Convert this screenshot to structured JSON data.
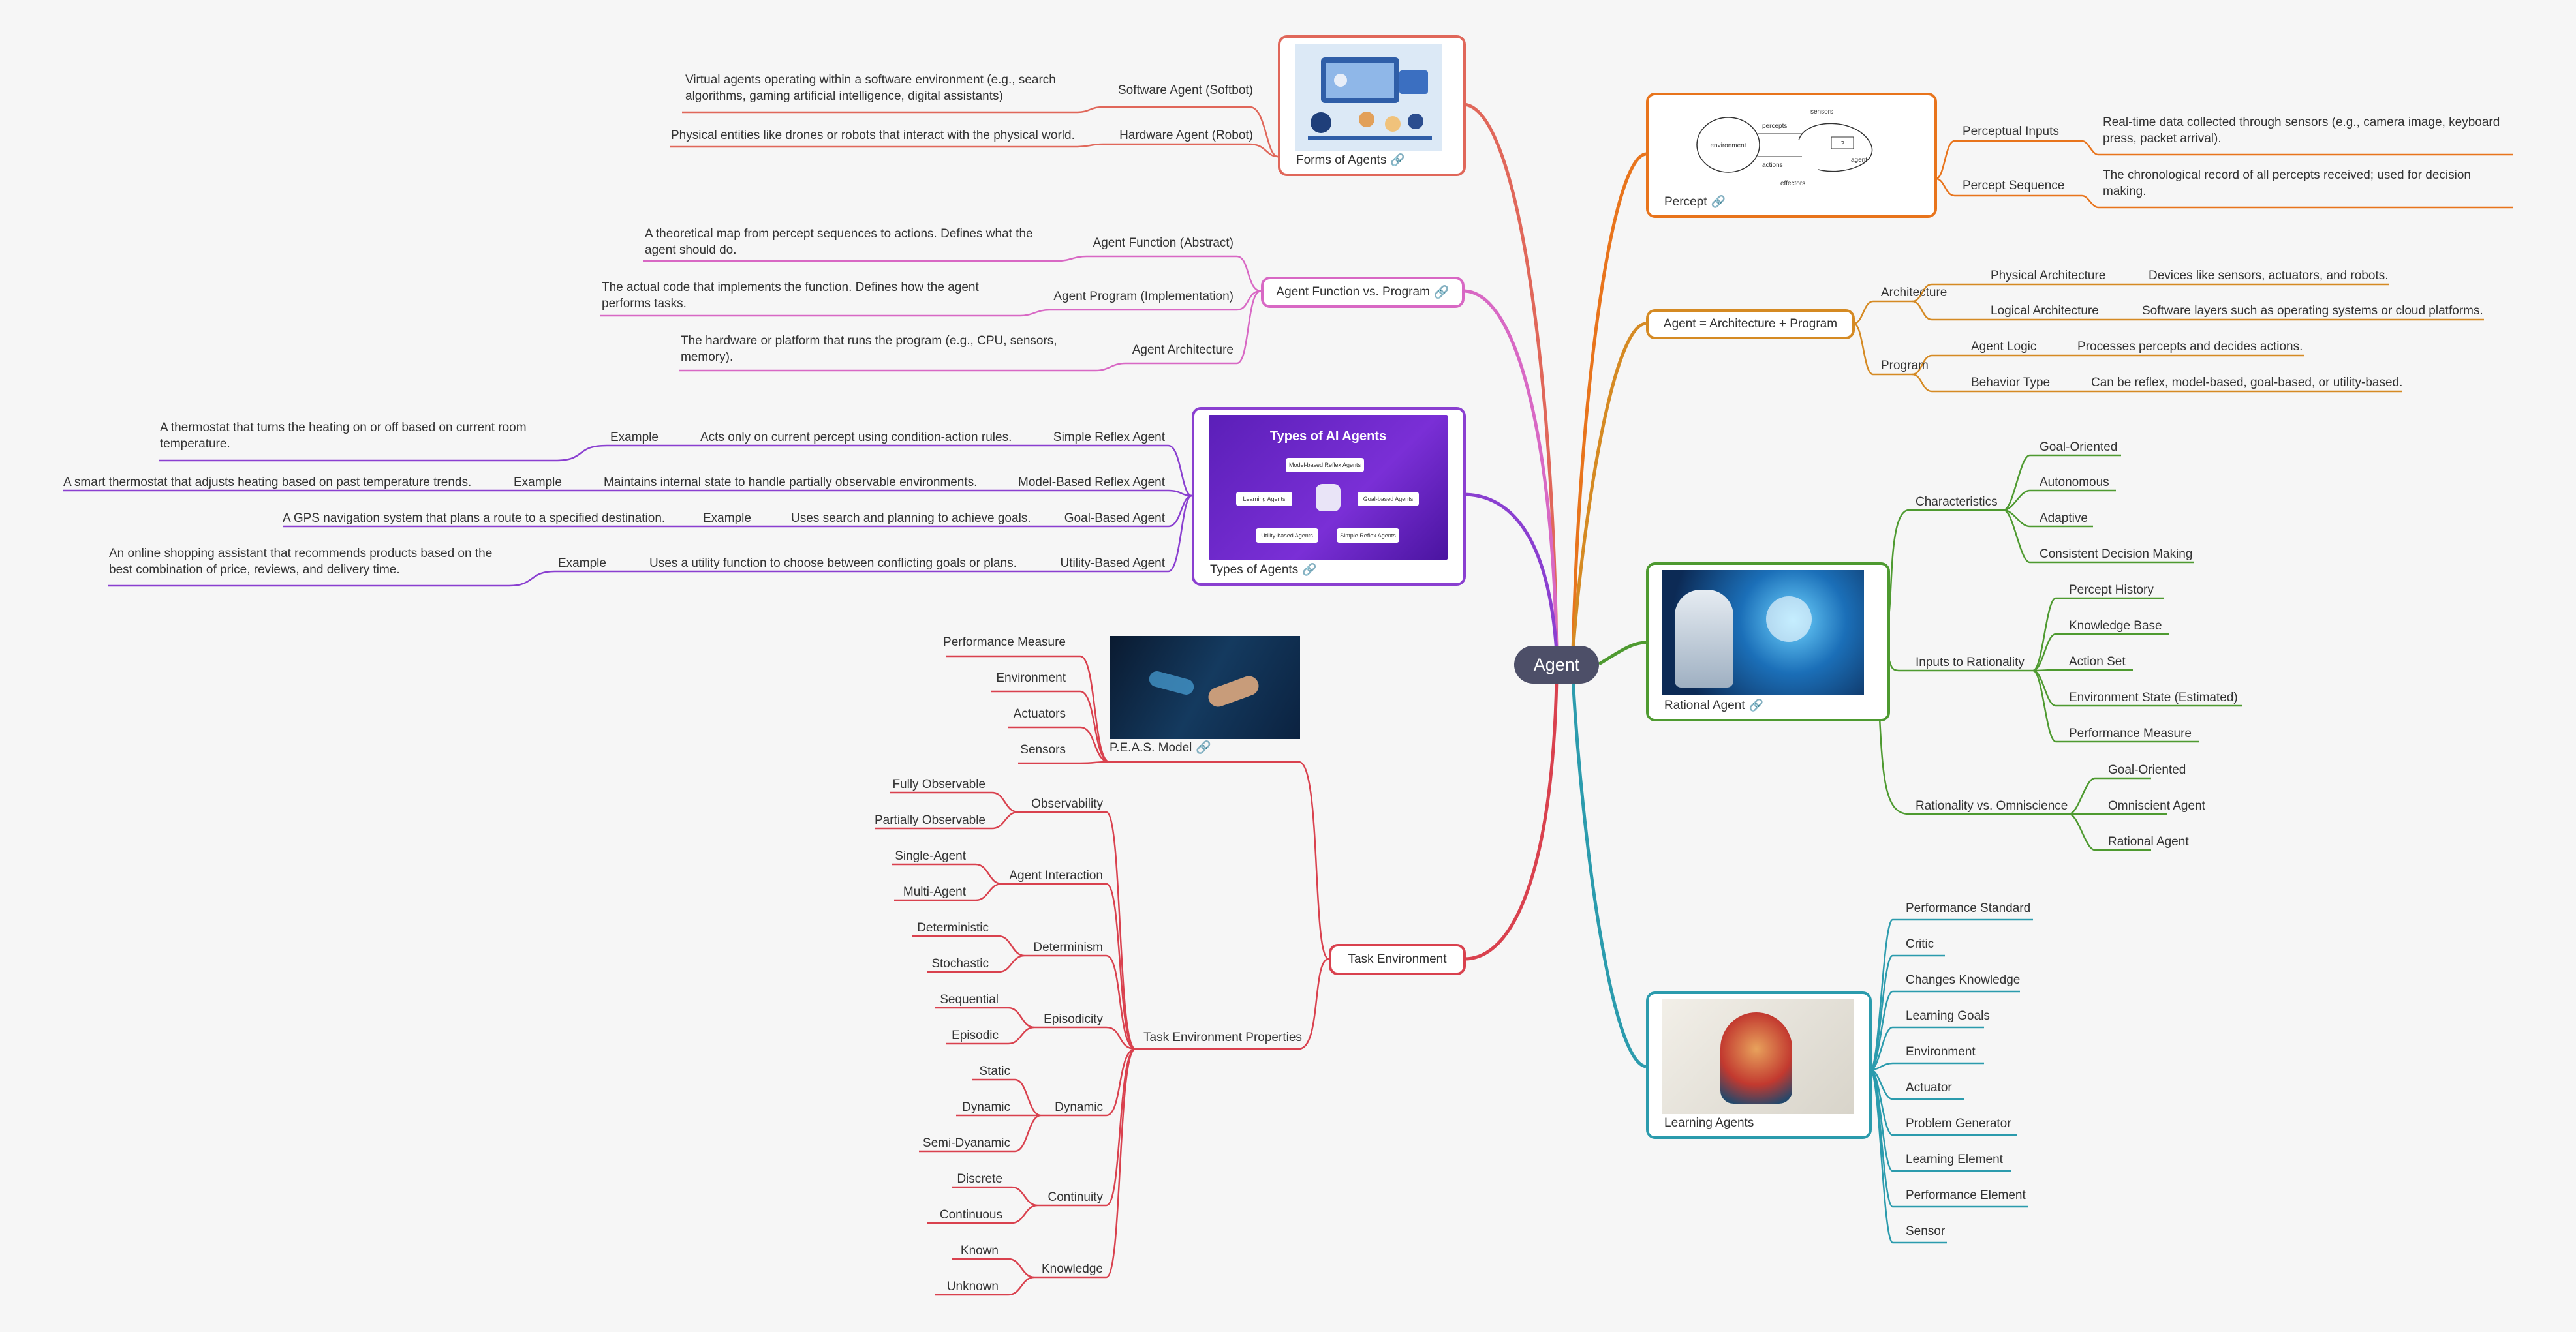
{
  "root": "Agent",
  "branches": {
    "forms": {
      "caption": "Forms of Agents",
      "software": "Software Agent (Softbot)",
      "software_desc": "Virtual agents operating within a software environment (e.g., search algorithms, gaming artificial intelligence, digital assistants)",
      "hardware": "Hardware Agent (Robot)",
      "hardware_desc": "Physical entities like drones or robots that interact with the physical world."
    },
    "function": {
      "label": "Agent Function vs. Program",
      "items": [
        {
          "label": "Agent Function (Abstract)",
          "desc": "A theoretical map from percept sequences to actions. Defines what the agent should do."
        },
        {
          "label": "Agent Program (Implementation)",
          "desc": "The actual code that implements the function. Defines how the agent performs tasks."
        },
        {
          "label": "Agent Architecture",
          "desc": "The hardware or platform that runs the program (e.g., CPU, sensors, memory)."
        }
      ]
    },
    "types": {
      "caption": "Types of Agents",
      "image_title": "Types of AI Agents",
      "image_labels": [
        "Model-based Reflex Agents",
        "Learning Agents",
        "Goal-based Agents",
        "Utility-based Agents",
        "Simple Reflex Agents"
      ],
      "example_label": "Example",
      "items": [
        {
          "label": "Simple Reflex Agent",
          "desc": "Acts only on current percept using condition-action rules.",
          "example": "A thermostat that turns the heating on or off based on current room temperature."
        },
        {
          "label": "Model-Based Reflex Agent",
          "desc": "Maintains internal state to handle partially observable environments.",
          "example": "A smart thermostat that adjusts heating based on past temperature trends."
        },
        {
          "label": "Goal-Based Agent",
          "desc": "Uses search and planning to achieve goals.",
          "example": "A GPS navigation system that plans a route to a specified destination."
        },
        {
          "label": "Utility-Based Agent",
          "desc": "Uses a utility function to choose between conflicting goals or plans.",
          "example": "An online shopping assistant that recommends products based on the best combination of price, reviews, and delivery time."
        }
      ]
    },
    "task": {
      "label": "Task Environment",
      "peas": {
        "caption": "P.E.A.S. Model",
        "items": [
          "Performance Measure",
          "Environment",
          "Actuators",
          "Sensors"
        ]
      },
      "props": {
        "label": "Task Environment Properties",
        "groups": [
          {
            "label": "Observability",
            "items": [
              "Fully Observable",
              "Partially Observable"
            ]
          },
          {
            "label": "Agent Interaction",
            "items": [
              "Single-Agent",
              "Multi-Agent"
            ]
          },
          {
            "label": "Determinism",
            "items": [
              "Deterministic",
              "Stochastic"
            ]
          },
          {
            "label": "Episodicity",
            "items": [
              "Sequential",
              "Episodic"
            ]
          },
          {
            "label": "Dynamic",
            "items": [
              "Static",
              "Dynamic",
              "Semi-Dyanamic"
            ]
          },
          {
            "label": "Continuity",
            "items": [
              "Discrete",
              "Continuous"
            ]
          },
          {
            "label": "Knowledge",
            "items": [
              "Known",
              "Unknown"
            ]
          }
        ]
      }
    },
    "percept": {
      "caption": "Percept",
      "diagram_labels": [
        "sensors",
        "percepts",
        "environment",
        "actions",
        "agent",
        "effectors",
        "?"
      ],
      "items": [
        {
          "label": "Perceptual Inputs",
          "desc": "Real-time data collected through sensors (e.g., camera image, keyboard press, packet arrival)."
        },
        {
          "label": "Percept Sequence",
          "desc": "The chronological record of all percepts received; used for decision making."
        }
      ]
    },
    "arch": {
      "label": "Agent = Architecture + Program",
      "architecture": {
        "label": "Architecture",
        "items": [
          {
            "label": "Physical Architecture",
            "desc": "Devices like sensors, actuators, and robots."
          },
          {
            "label": "Logical Architecture",
            "desc": "Software layers such as operating systems or cloud platforms."
          }
        ]
      },
      "program": {
        "label": "Program",
        "items": [
          {
            "label": "Agent Logic",
            "desc": "Processes percepts and decides actions."
          },
          {
            "label": "Behavior Type",
            "desc": "Can be reflex, model-based, goal-based, or utility-based."
          }
        ]
      }
    },
    "rational": {
      "caption": "Rational Agent",
      "characteristics": {
        "label": "Characteristics",
        "items": [
          "Goal-Oriented",
          "Autonomous",
          "Adaptive",
          "Consistent Decision Making"
        ]
      },
      "inputs": {
        "label": "Inputs to Rationality",
        "items": [
          "Percept History",
          "Knowledge Base",
          "Action Set",
          "Environment State (Estimated)",
          "Performance Measure"
        ]
      },
      "omniscience": {
        "label": "Rationality vs. Omniscience",
        "items": [
          "Goal-Oriented",
          "Omniscient Agent",
          "Rational Agent"
        ]
      }
    },
    "learning": {
      "caption": "Learning Agents",
      "items": [
        "Performance Standard",
        "Critic",
        "Changes Knowledge",
        "Learning Goals",
        "Environment",
        "Actuator",
        "Problem Generator",
        "Learning Element",
        "Performance Element",
        "Sensor"
      ]
    }
  },
  "colors": {
    "forms": "#e0675a",
    "function": "#d868c4",
    "types": "#8a3fd0",
    "task": "#d9414e",
    "percept": "#e8741c",
    "arch": "#d58a23",
    "rational": "#4e9a30",
    "learning": "#2b9bad",
    "root": "#4d4f68"
  },
  "link_icon": "link-icon"
}
